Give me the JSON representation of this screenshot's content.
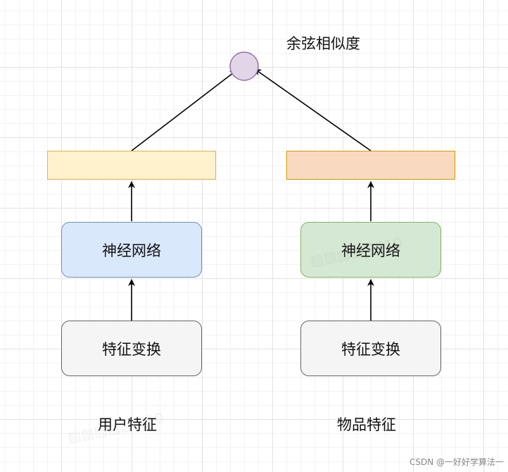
{
  "title": "余弦相似度",
  "towers": {
    "user": {
      "caption": "用户特征",
      "network_label": "神经网络",
      "transform_label": "特征变换"
    },
    "item": {
      "caption": "物品特征",
      "network_label": "神经网络",
      "transform_label": "特征变换"
    }
  },
  "colors": {
    "circle_fill": "#e1d5e7",
    "circle_stroke": "#9673a6",
    "user_vector_fill": "#fff2cc",
    "user_vector_stroke": "#d6b656",
    "item_vector_fill": "#fad9c1",
    "item_vector_stroke": "#d79b00",
    "user_network_fill": "#dae8fc",
    "user_network_stroke": "#6c8ebf",
    "item_network_fill": "#d5e8d4",
    "item_network_stroke": "#82b366",
    "transform_fill": "#f5f5f5",
    "transform_stroke": "#666666"
  },
  "credit": "CSDN @一好好学算法一"
}
